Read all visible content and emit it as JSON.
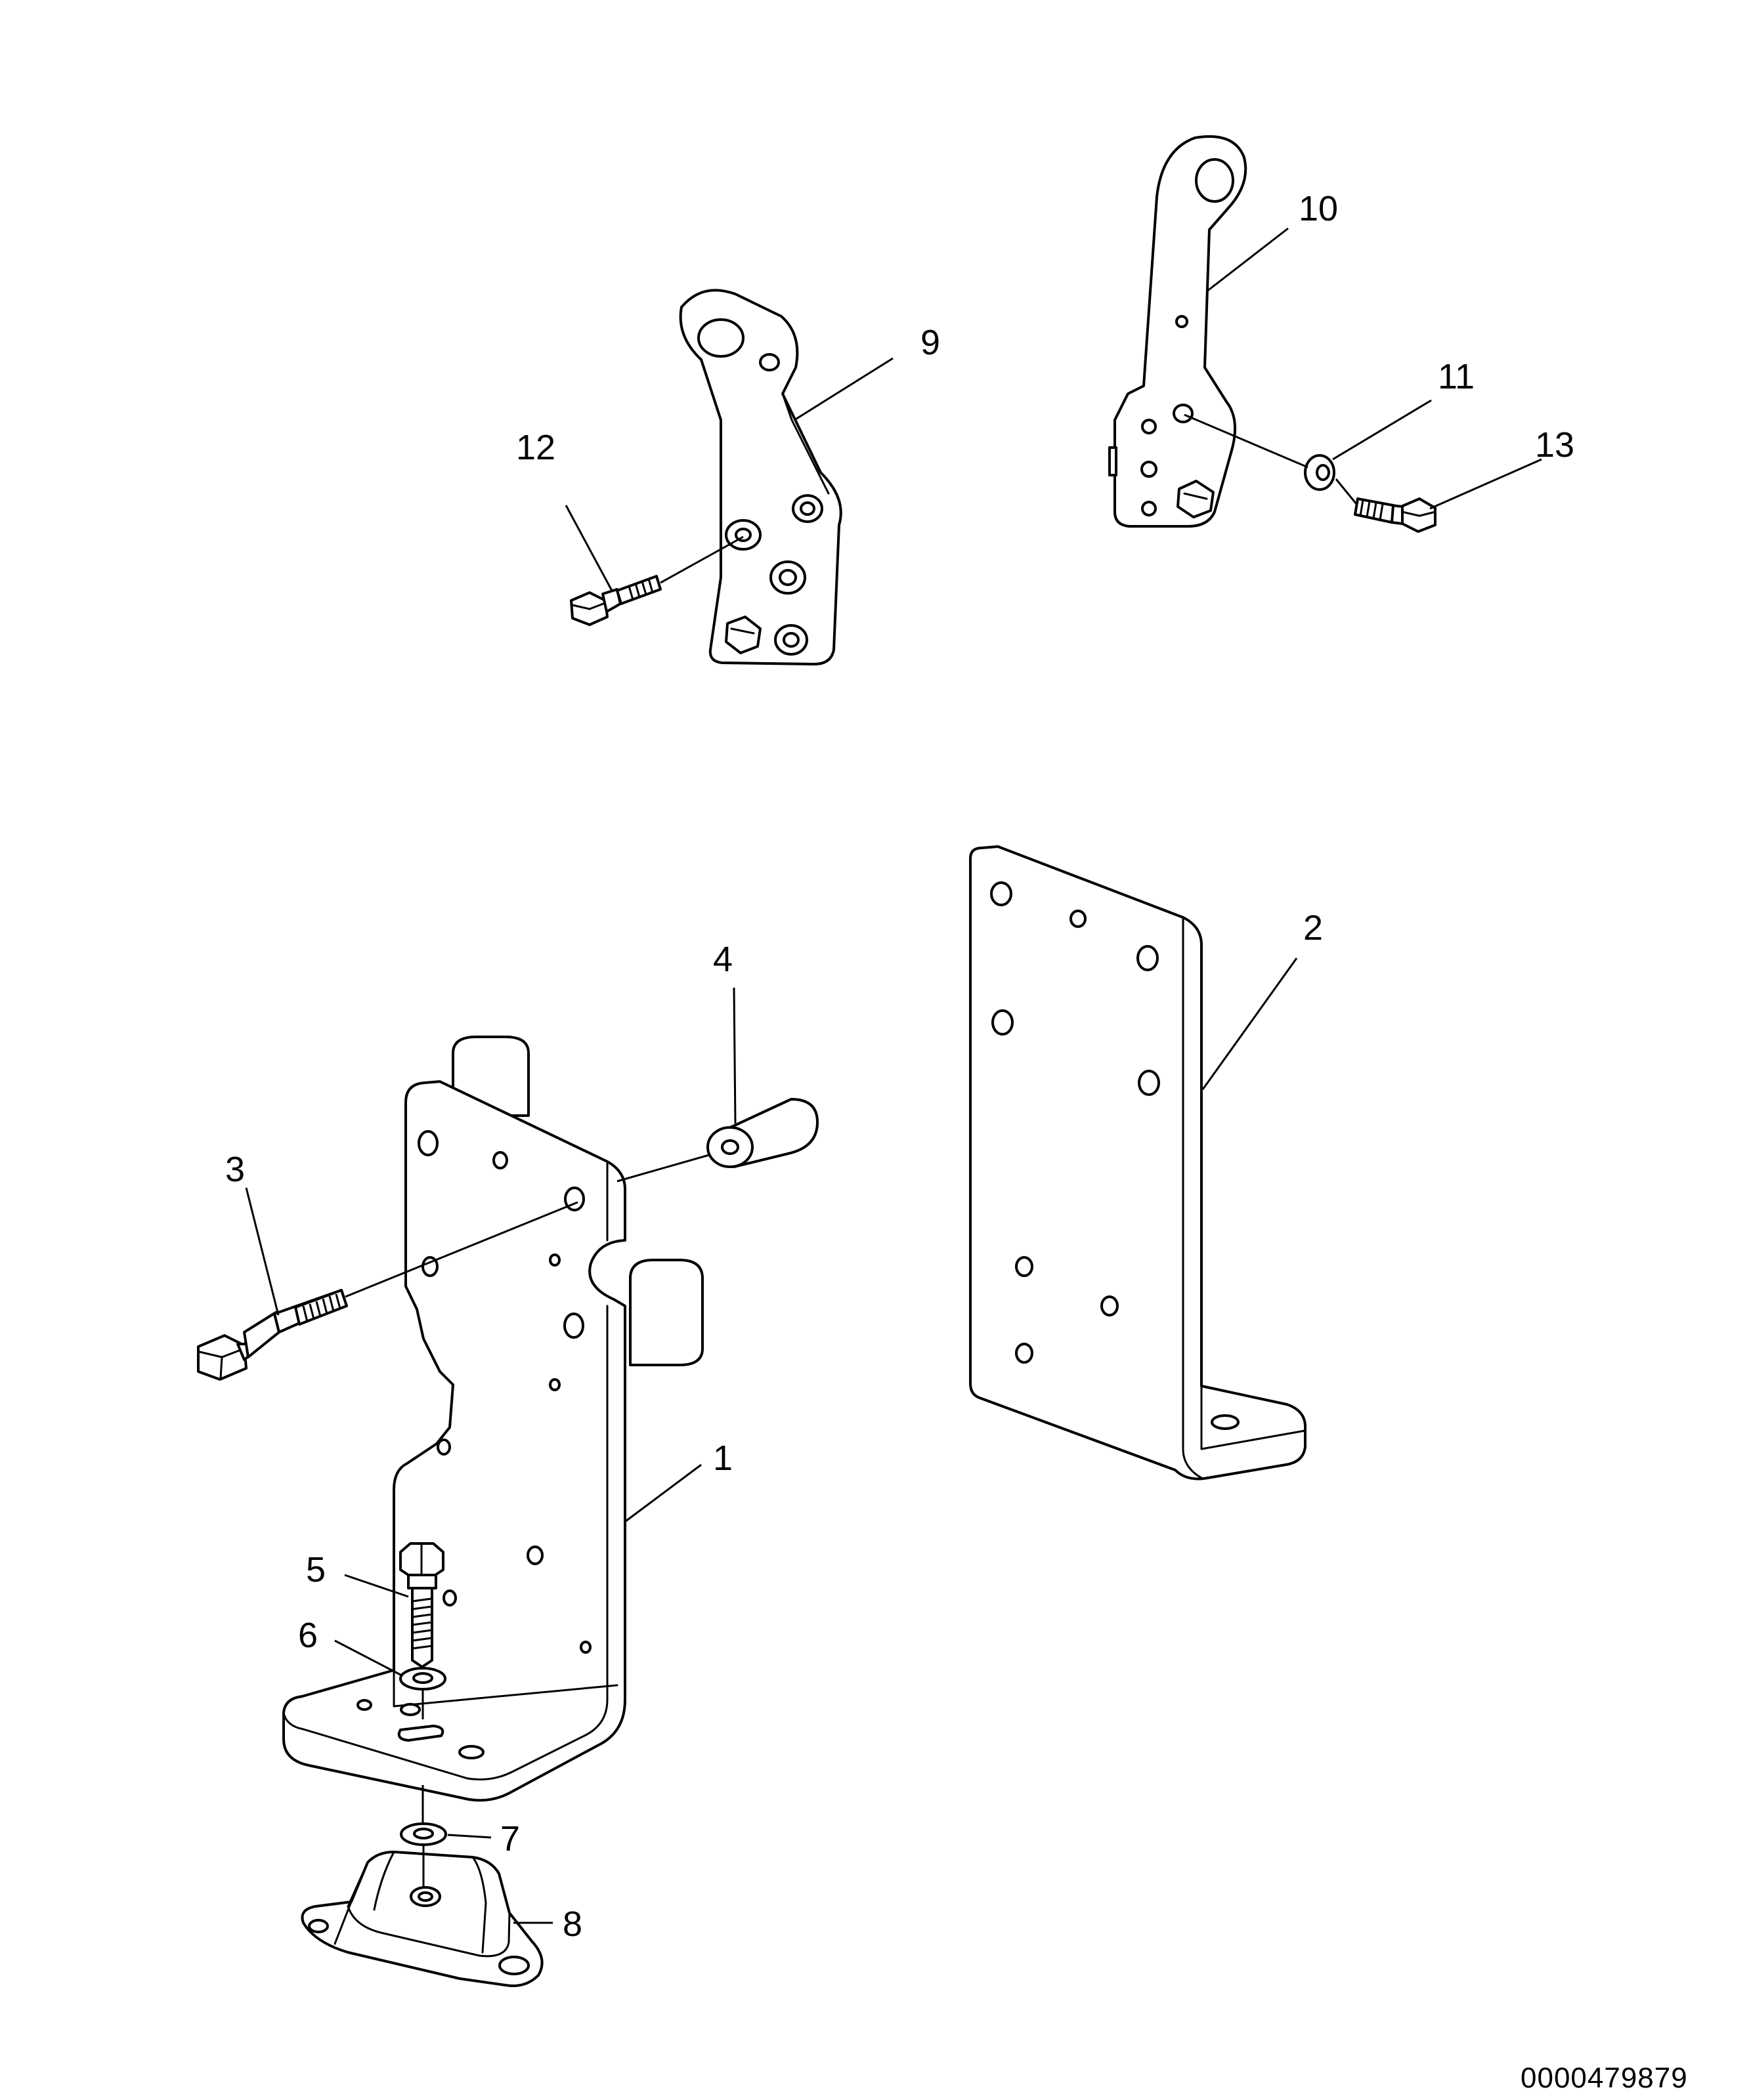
{
  "callouts": {
    "c1": "1",
    "c2": "2",
    "c3": "3",
    "c4": "4",
    "c5": "5",
    "c6": "6",
    "c7": "7",
    "c8": "8",
    "c9": "9",
    "c10": "10",
    "c11": "11",
    "c12": "12",
    "c13": "13"
  },
  "document_number": "0000479879"
}
